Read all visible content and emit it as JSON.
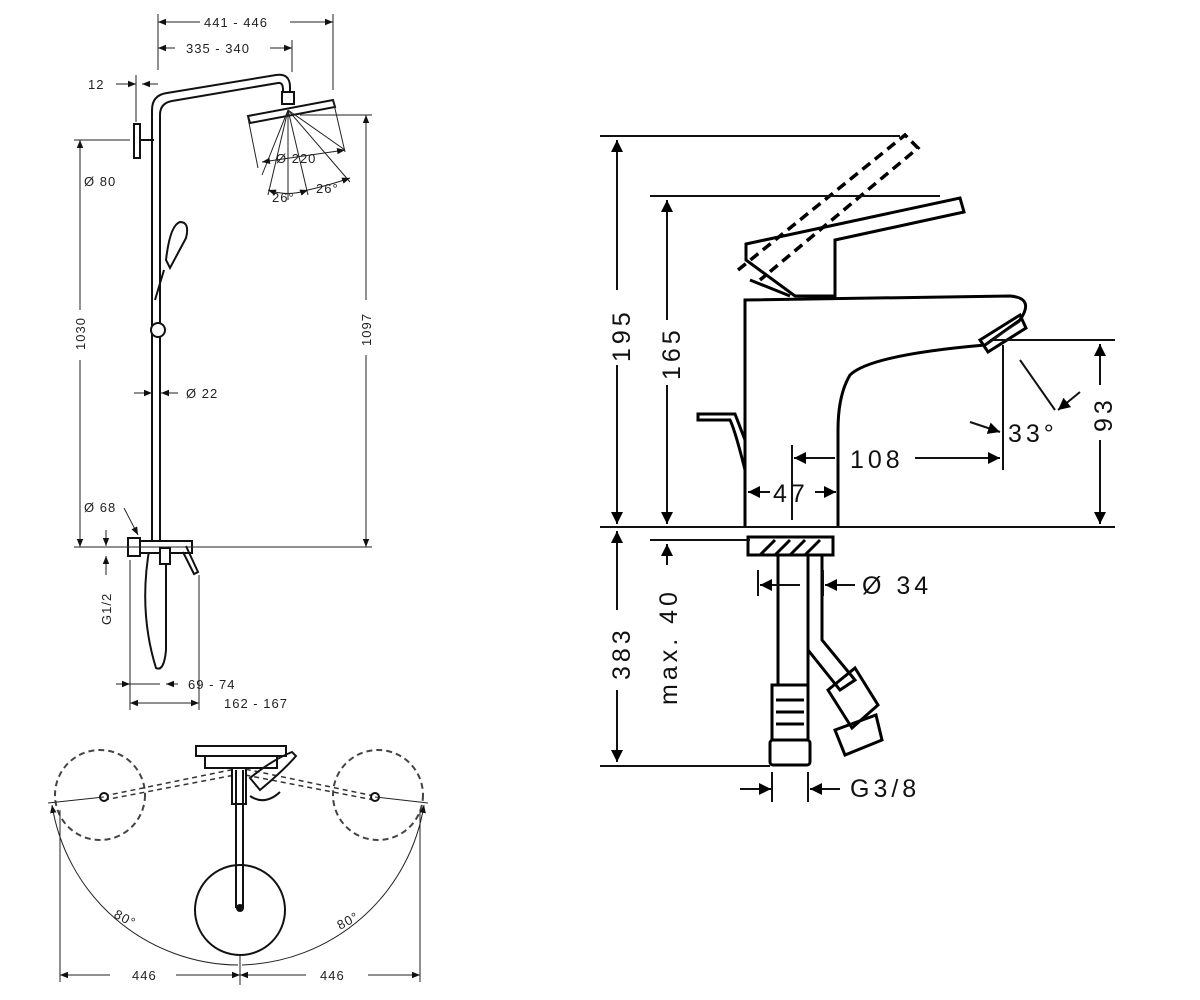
{
  "shower_side_view": {
    "dim_width_total": "441 - 446",
    "dim_arm_length": "335 - 340",
    "dim_wall_offset": "12",
    "dim_wall_plate": "Ø 80",
    "dim_head_diameter": "Ø 220",
    "dim_angle_left": "26°",
    "dim_angle_right": "26°",
    "dim_height_1030": "1030",
    "dim_height_1097": "1097",
    "dim_pipe_diameter": "Ø 22",
    "dim_mixer_diameter": "Ø 68",
    "dim_thread": "G1/2",
    "dim_depth_1": "69 - 74",
    "dim_depth_2": "162 - 167"
  },
  "shower_top_view": {
    "dim_angle_left": "80°",
    "dim_angle_right": "80°",
    "dim_width_left": "446",
    "dim_width_right": "446"
  },
  "basin_mixer": {
    "dim_total_height": "195",
    "dim_body_height": "165",
    "dim_spout_height": "93",
    "dim_angle": "33°",
    "dim_reach": "108",
    "dim_base_width": "47",
    "dim_hole_diameter": "Ø 34",
    "dim_below_deck": "383",
    "dim_max_deck": "max. 40",
    "dim_connection": "G3/8"
  }
}
